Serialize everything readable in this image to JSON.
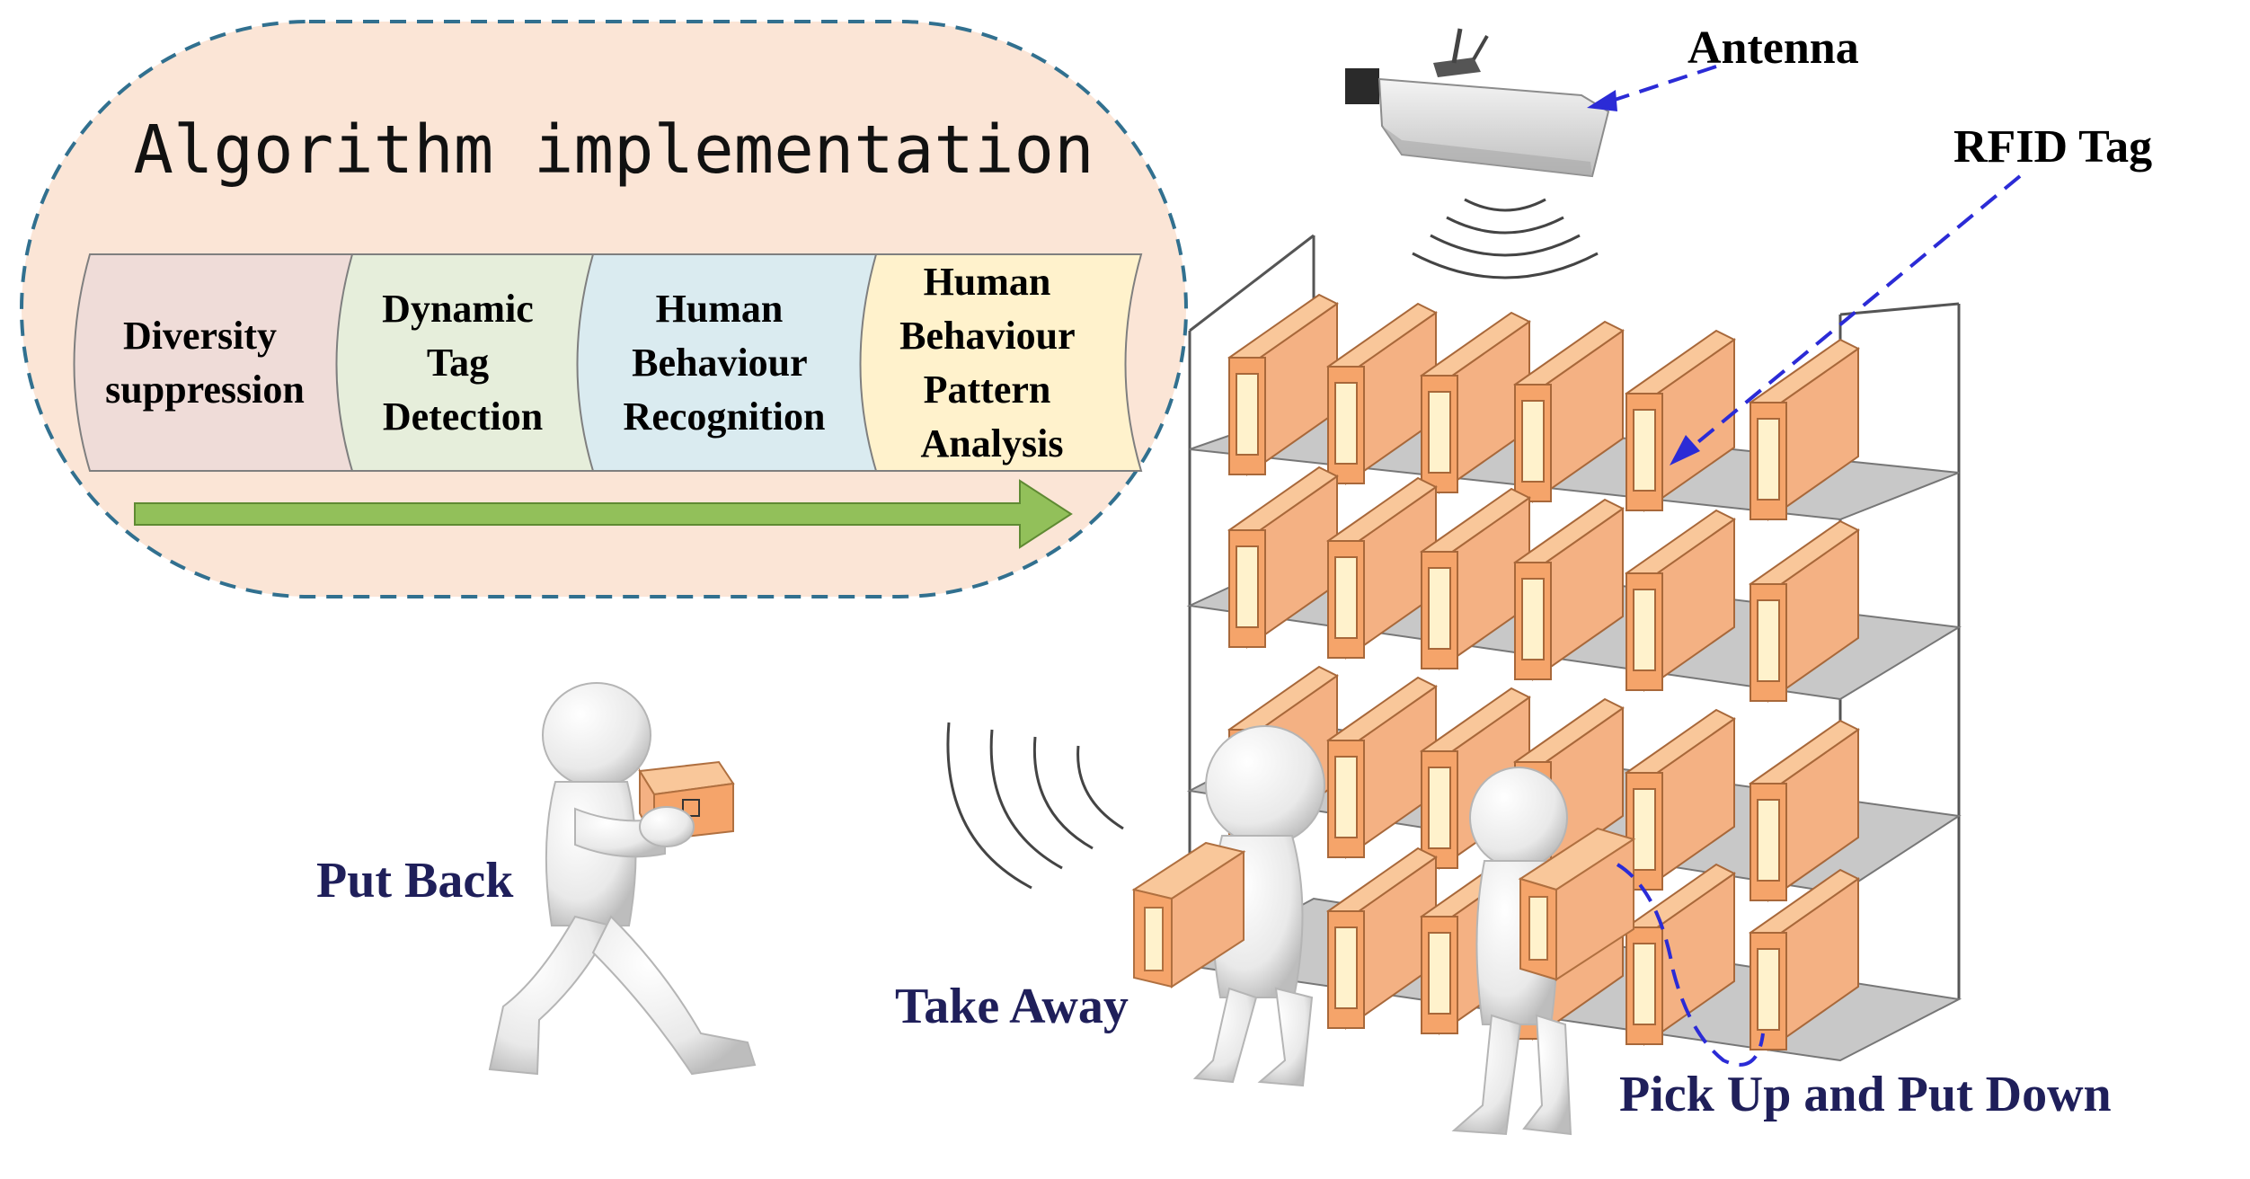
{
  "algorithm_panel": {
    "title": "Algorithm implementation",
    "stages": [
      {
        "lines": [
          "Diversity",
          "suppression"
        ],
        "color": "#efdcd8"
      },
      {
        "lines": [
          "Dynamic",
          "Tag",
          "Detection"
        ],
        "color": "#e6eedb"
      },
      {
        "lines": [
          "Human",
          "Behaviour",
          "Recognition"
        ],
        "color": "#daebf0"
      },
      {
        "lines": [
          "Human",
          "Behaviour",
          "Pattern",
          "Analysis"
        ],
        "color": "#fff2cc"
      }
    ]
  },
  "labels": {
    "antenna": "Antenna",
    "rfid_tag": "RFID Tag",
    "put_back": "Put Back",
    "take_away": "Take Away",
    "pick_up_put_down": "Pick Up and Put Down"
  },
  "colors": {
    "panel_fill": "#fbe5d6",
    "panel_border": "#31708f",
    "arrow_green": "#92c05a",
    "box_orange": "#f4b183",
    "box_front": "#f5a46a",
    "tag_fill": "#fff2cc",
    "label_navy": "#1f1f5a",
    "pointer_blue": "#2b2bd6",
    "shelf_gray": "#c8c8c8"
  }
}
